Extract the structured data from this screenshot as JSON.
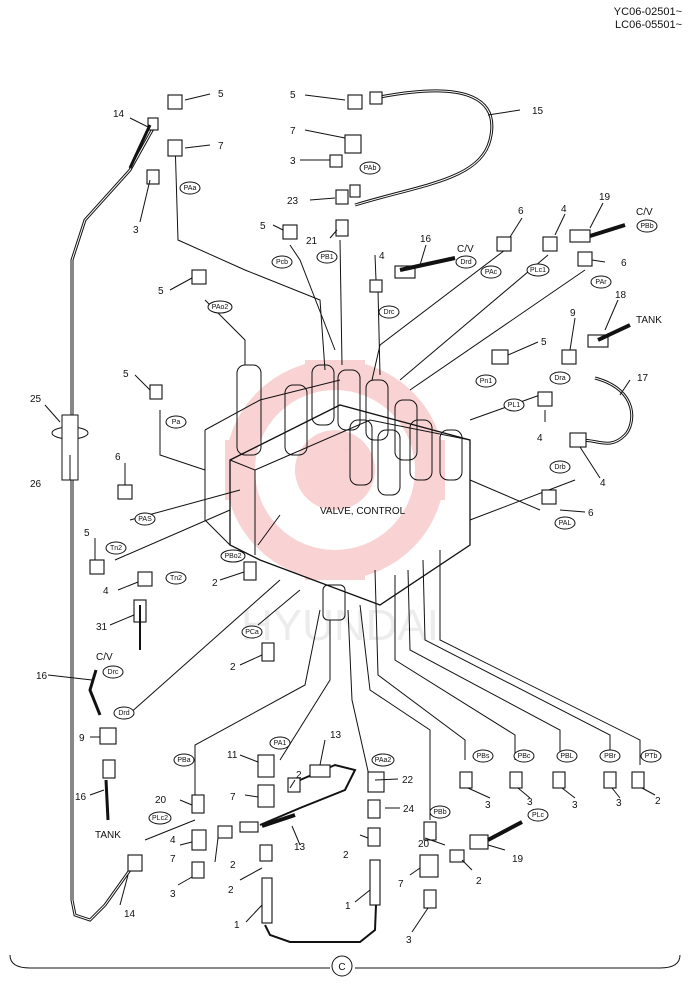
{
  "header": {
    "serial_1": "YC06-02501~",
    "serial_2": "LC06-05501~"
  },
  "diagram": {
    "main_label": "VALVE, CONTROL",
    "circle_ref": "C",
    "watermark_text": "HYUNDAI",
    "text_labels": {
      "cv_top": "C/V",
      "cv_mid": "C/V",
      "cv_left": "C/V",
      "tank_right": "TANK",
      "tank_left": "TANK"
    },
    "port_labels": {
      "PAa": "PAa",
      "PAb": "PAb",
      "Pcb": "Pcb",
      "PB1": "PB1",
      "Drd": "Drd",
      "PAc": "PAc",
      "PLc1": "PLc1",
      "PBb": "PBb",
      "PAr": "PAr",
      "PAo2": "PAo2",
      "Drc": "Drc",
      "Pn1": "Pn1",
      "Dra": "Dra",
      "PL1": "PL1",
      "Pa": "Pa",
      "Drb": "Drb",
      "PAL": "PAL",
      "PAS": "PAS",
      "Tn2a": "Tn2",
      "Tn2b": "Tn2",
      "PBo2": "PBo2",
      "PCa": "PCa",
      "DrcL": "Drc",
      "DrdL": "Drd",
      "PA1": "PA1",
      "PAa2": "PAa2",
      "PBa": "PBa",
      "PBc": "PBc",
      "PBL": "PBL",
      "PBr": "PBr",
      "PTb": "PTb",
      "PBs": "PBs",
      "PLc2": "PLc2",
      "PBb2": "PBb",
      "PLc": "PLc"
    },
    "callouts": {
      "c5a": "5",
      "c7a": "7",
      "c3a": "3",
      "c14a": "14",
      "c5b": "5",
      "c7b": "7",
      "c3b": "3",
      "c15": "15",
      "c23": "23",
      "c5c": "5",
      "c21": "21",
      "c16a": "16",
      "c6a": "6",
      "c4a": "4",
      "c19a": "19",
      "c6b": "6",
      "c4b": "4",
      "c5d": "5",
      "c18": "18",
      "c9a": "9",
      "c5e": "5",
      "c17": "17",
      "c5f": "5",
      "c25": "25",
      "c26": "26",
      "c4c": "4",
      "c4d": "4",
      "c6c": "6",
      "c6d": "6",
      "c5g": "5",
      "c4e": "4",
      "c2a": "2",
      "c31": "31",
      "c2b": "2",
      "c16b": "16",
      "c9b": "9",
      "c16c": "16",
      "c11": "11",
      "c2c": "2",
      "c13a": "13",
      "c22": "22",
      "c7c": "7",
      "c20a": "20",
      "c24": "24",
      "c4f": "4",
      "c7d": "7",
      "c2d": "2",
      "c13b": "13",
      "c2e": "2",
      "c20b": "20",
      "c3c": "3",
      "c2f": "2",
      "c7e": "7",
      "c19b": "19",
      "c2g": "2",
      "c1a": "1",
      "c1b": "1",
      "c3d": "3",
      "c14b": "14",
      "c3e": "3",
      "c3f": "3",
      "c3g": "3",
      "c3h": "3",
      "c2h": "2"
    }
  },
  "colors": {
    "line": "#111111",
    "watermark": "#e8383a"
  }
}
